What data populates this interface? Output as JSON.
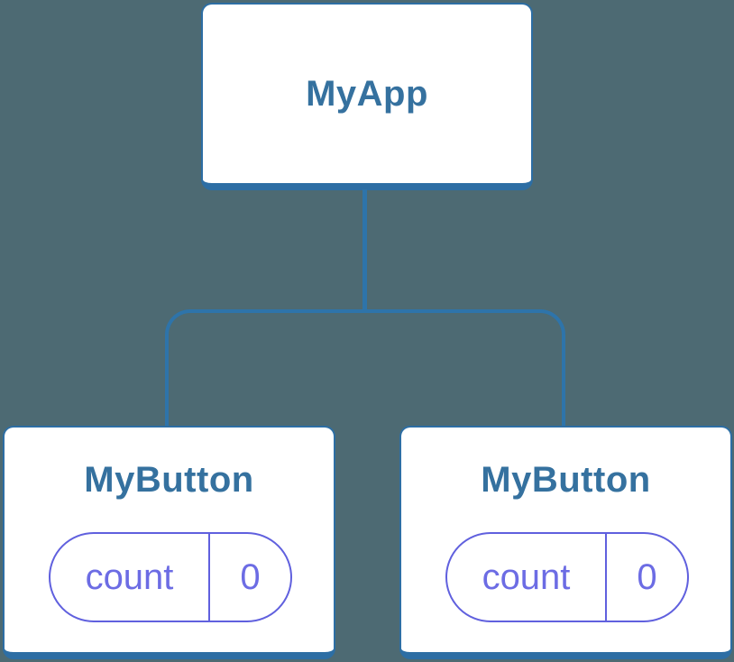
{
  "palette": {
    "background": "#4d6a73",
    "card_background": "#ffffff",
    "card_border": "#2d6ea4",
    "connector": "#2e74aa",
    "node_text": "#35719f",
    "pill_border": "#6060de",
    "pill_text": "#6c6ce4"
  },
  "diagram": {
    "type": "component-tree",
    "root": {
      "label": "MyApp"
    },
    "children": [
      {
        "label": "MyButton",
        "state": {
          "key": "count",
          "value": "0"
        }
      },
      {
        "label": "MyButton",
        "state": {
          "key": "count",
          "value": "0"
        }
      }
    ]
  }
}
